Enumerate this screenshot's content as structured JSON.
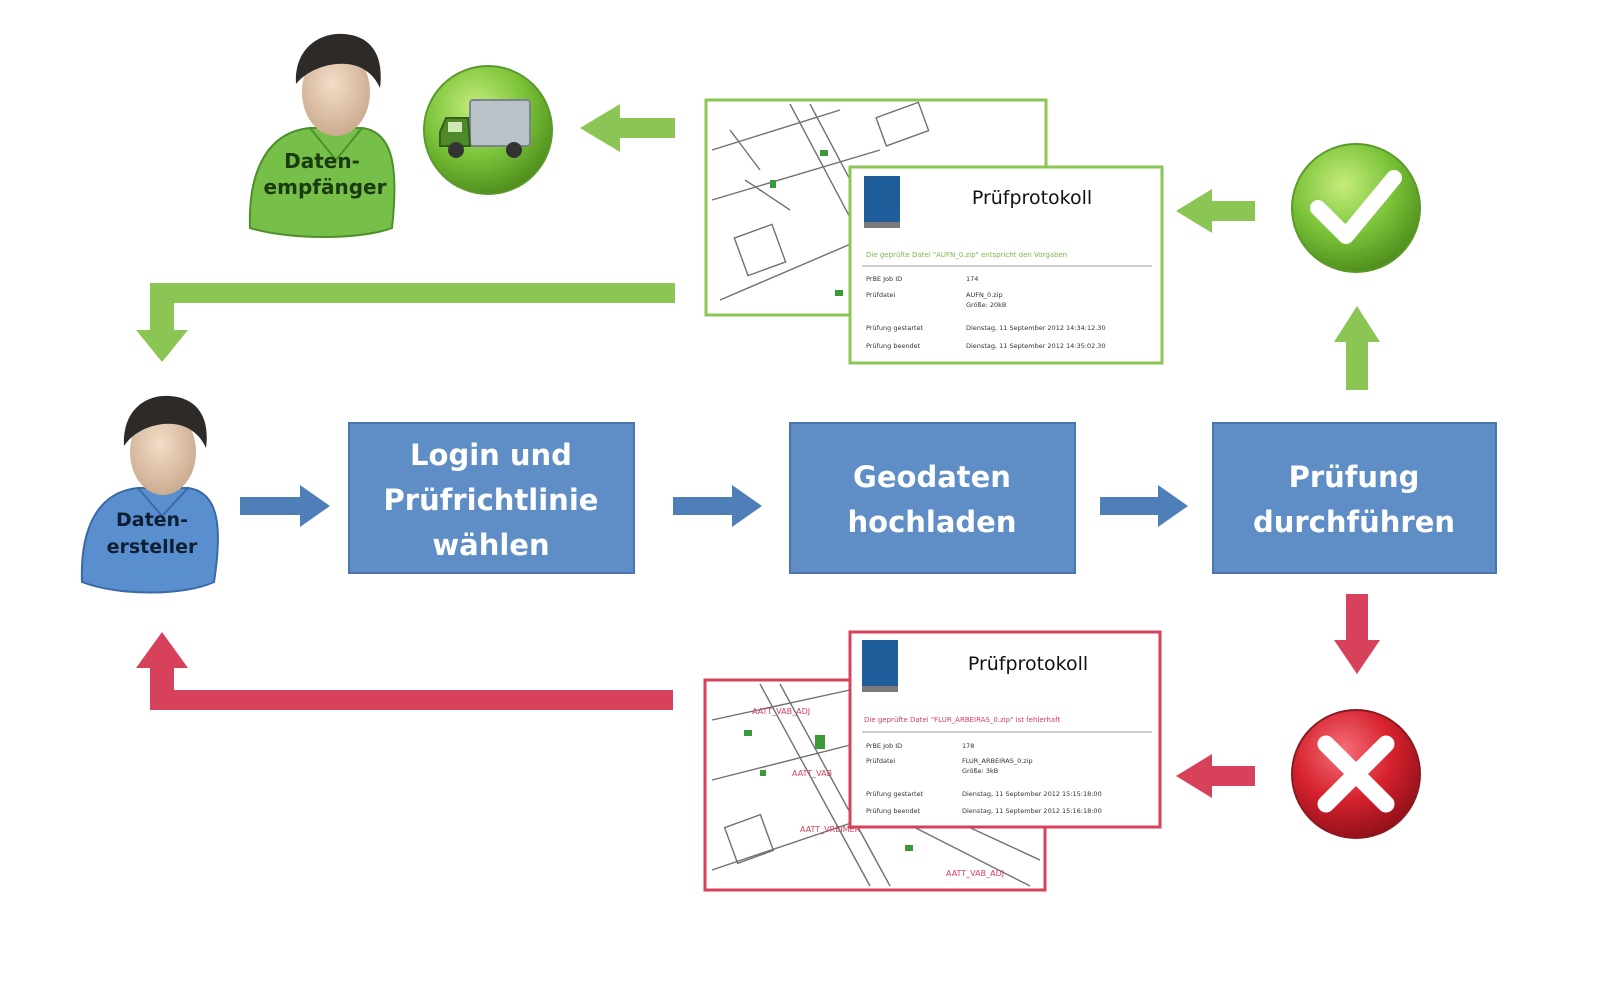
{
  "colors": {
    "box_fill": "#5f8ec6",
    "box_stroke": "#4a76ad",
    "blue_arrow": "#4f7fb8",
    "green": "#8bc655",
    "green_dark": "#5f9a2c",
    "red": "#d7415c",
    "red_dark": "#b3223f",
    "person_green": "#76c04a",
    "person_blue": "#5a8fcf"
  },
  "persons": {
    "receiver": {
      "line1": "Daten-",
      "line2": "empfänger"
    },
    "creator": {
      "line1": "Daten-",
      "line2": "ersteller"
    }
  },
  "process": {
    "step1": {
      "line1": "Login und",
      "line2": "Prüfrichtlinie",
      "line3": "wählen"
    },
    "step2": {
      "line1": "Geodaten",
      "line2": "hochladen"
    },
    "step3": {
      "line1": "Prüfung",
      "line2": "durchführen"
    }
  },
  "reports": {
    "success": {
      "title": "Prüfprotokoll",
      "message": "Die geprüfte Datei \"AUFN_0.zip\" entspricht den Vorgaben",
      "rows": [
        {
          "label": "PrBE Job ID",
          "value": "174"
        },
        {
          "label": "Prüfdatei",
          "value": "AUFN_0.zip"
        },
        {
          "label": "",
          "value": "Größe: 20kB"
        },
        {
          "label": "Prüfung gestartet",
          "value": "Dienstag, 11 September 2012 14:34:12.30"
        },
        {
          "label": "Prüfung beendet",
          "value": "Dienstag, 11 September 2012 14:35:02.30"
        }
      ]
    },
    "failure": {
      "title": "Prüfprotokoll",
      "message": "Die geprüfte Datei \"FLUR_ARBEIRAS_0.zip\" ist fehlerhaft",
      "rows": [
        {
          "label": "PrBE Job ID",
          "value": "178"
        },
        {
          "label": "Prüfdatei",
          "value": "FLUR_ARBEIRAS_0.zip"
        },
        {
          "label": "",
          "value": "Größe: 3kB"
        },
        {
          "label": "Prüfung gestartet",
          "value": "Dienstag, 11 September 2012 15:15:18:00"
        },
        {
          "label": "Prüfung beendet",
          "value": "Dienstag, 11 September 2012 15:16:18:00"
        }
      ]
    }
  },
  "map_labels": {
    "failure": [
      "AATT_VAB_ADJ",
      "AATT_VAB",
      "AATT_VREIMER",
      "AATT_VAB_ADJ"
    ]
  },
  "icons": {
    "truck": "truck-icon",
    "success": "checkmark-icon",
    "failure": "cross-icon"
  }
}
